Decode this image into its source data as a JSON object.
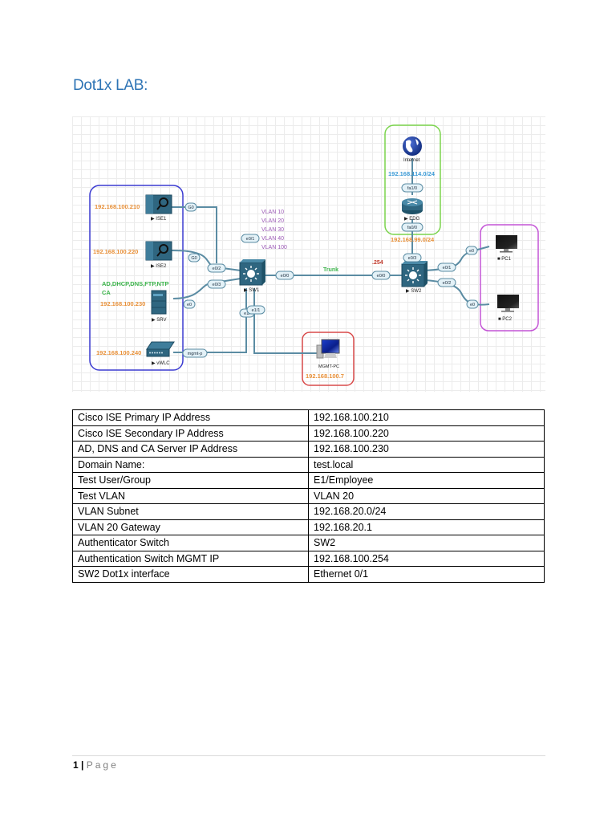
{
  "heading": "Dot1x LAB:",
  "diagram": {
    "nodes": {
      "ise1": {
        "name": "ISE1",
        "ip": "192.168.100.210"
      },
      "ise2": {
        "name": "ISE2",
        "ip": "192.168.100.220"
      },
      "srv": {
        "name": "SRV",
        "services": "AD,DHCP,DNS,FTP,NTP",
        "services2": "CA",
        "ip": "192.168.100.230"
      },
      "vwlc": {
        "name": "vWLC",
        "ip": "192.168.100.240"
      },
      "sw1": {
        "name": "SW1"
      },
      "sw2": {
        "name": "SW2",
        "ip_suffix": ".254"
      },
      "mgmt_pc": {
        "name": "MGMT-PC",
        "ip": "192.168.100.7"
      },
      "internet": {
        "name": "Internet",
        "subnet": "192.168.114.0/24"
      },
      "edg": {
        "name": "EDG",
        "subnet": "192.168.99.0/24"
      },
      "pc1": {
        "name": "PC1"
      },
      "pc2": {
        "name": "PC2"
      }
    },
    "vlans": [
      "VLAN 10",
      "VLAN 20",
      "VLAN 30",
      "VLAN 40",
      "VLAN 100"
    ],
    "trunk_label": "Trunk",
    "ports": {
      "ise1_g0": "G0",
      "ise2_g0": "G0",
      "sw1_e01": "e0/1",
      "sw1_e02": "e0/2",
      "sw1_e03": "e0/3",
      "srv_e0": "e0",
      "sw1_e00": "e0/0",
      "sw1_e1": "e1/",
      "sw1_e11": "e1/1",
      "vwlc_mgmt": "mgmt-p",
      "sw2_e00": "e0/0",
      "sw2_e03": "e0/3",
      "sw2_e01": "e0/1",
      "sw2_e02": "e0/2",
      "pc1_e0": "e0",
      "pc2_e0": "e0",
      "edg_fa10": "fa1/0",
      "edg_fa00": "fa0/0"
    },
    "colors": {
      "ip_orange": "#e8913a",
      "service_green": "#3cb44b",
      "vlan_purple": "#9b59b6",
      "subnet_blue": "#3d9bd6",
      "suffix_red": "#c0392b",
      "group_blue": "#3b3bd1",
      "group_green": "#7bd44d",
      "group_red": "#d94a4a",
      "group_purple": "#c455d6",
      "link": "#5b8ca3",
      "device": "#2f6680"
    }
  },
  "table": {
    "rows": [
      {
        "label": "Cisco ISE Primary IP Address",
        "value": "192.168.100.210"
      },
      {
        "label": "Cisco ISE Secondary IP Address",
        "value": "192.168.100.220"
      },
      {
        "label": "AD, DNS and CA Server IP Address",
        "value": "192.168.100.230"
      },
      {
        "label": "Domain Name:",
        "value": "test.local"
      },
      {
        "label": "Test User/Group",
        "value": "E1/Employee"
      },
      {
        "label": "Test VLAN",
        "value": "VLAN 20"
      },
      {
        "label": "VLAN Subnet",
        "value": "192.168.20.0/24"
      },
      {
        "label": "VLAN 20 Gateway",
        "value": "192.168.20.1"
      },
      {
        "label": "Authenticator Switch",
        "value": "SW2"
      },
      {
        "label": "Authentication Switch MGMT IP",
        "value": "192.168.100.254"
      },
      {
        "label": "SW2 Dot1x interface",
        "value": "Ethernet 0/1"
      }
    ]
  },
  "footer": {
    "page_number": "1",
    "separator": "|",
    "page_label": "Page"
  }
}
